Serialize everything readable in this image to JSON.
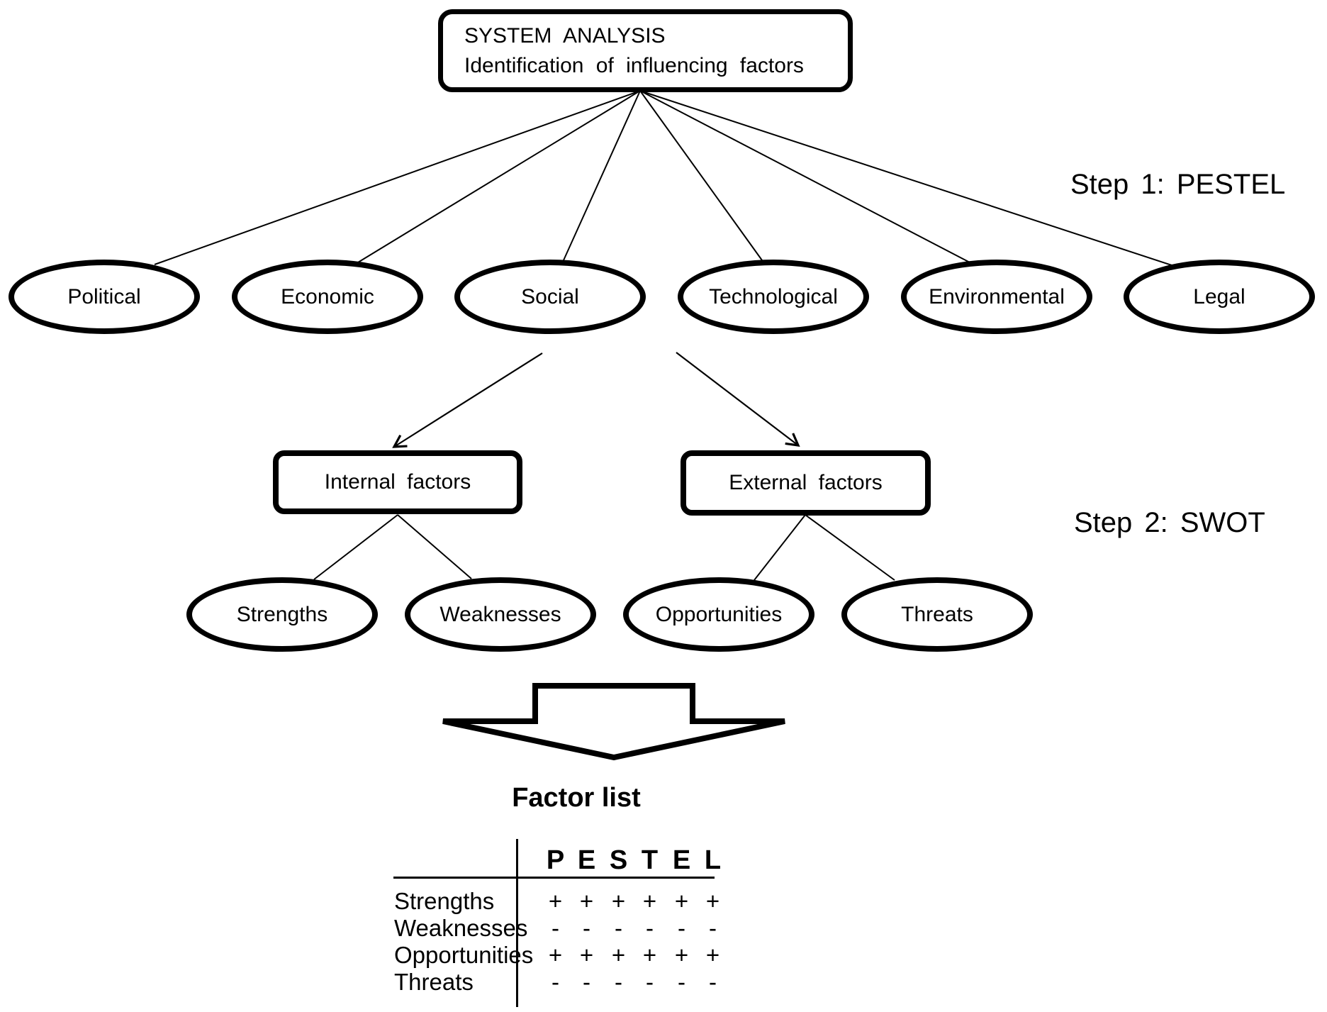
{
  "system_box": {
    "line1": "SYSTEM ANALYSIS",
    "line2": "Identification of influencing factors"
  },
  "steps": {
    "step1": "Step 1: PESTEL",
    "step2": "Step 2: SWOT"
  },
  "pestel_items": [
    "Political",
    "Economic",
    "Social",
    "Technological",
    "Environmental",
    "Legal"
  ],
  "factor_boxes": {
    "internal": "Internal factors",
    "external": "External factors"
  },
  "swot_items": [
    "Strengths",
    "Weaknesses",
    "Opportunities",
    "Threats"
  ],
  "factor_list": {
    "title": "Factor list",
    "columns": [
      "P",
      "E",
      "S",
      "T",
      "E",
      "L"
    ],
    "rows": [
      {
        "label": "Strengths",
        "cells": [
          "+",
          "+",
          "+",
          "+",
          "+",
          "+"
        ]
      },
      {
        "label": "Weaknesses",
        "cells": [
          "-",
          "-",
          "-",
          "-",
          "-",
          "-"
        ]
      },
      {
        "label": "Opportunities",
        "cells": [
          "+",
          "+",
          "+",
          "+",
          "+",
          "+"
        ]
      },
      {
        "label": "Threats",
        "cells": [
          "-",
          "-",
          "-",
          "-",
          "-",
          "-"
        ]
      }
    ]
  },
  "colors": {
    "ink": "#000000",
    "background": "#ffffff"
  }
}
